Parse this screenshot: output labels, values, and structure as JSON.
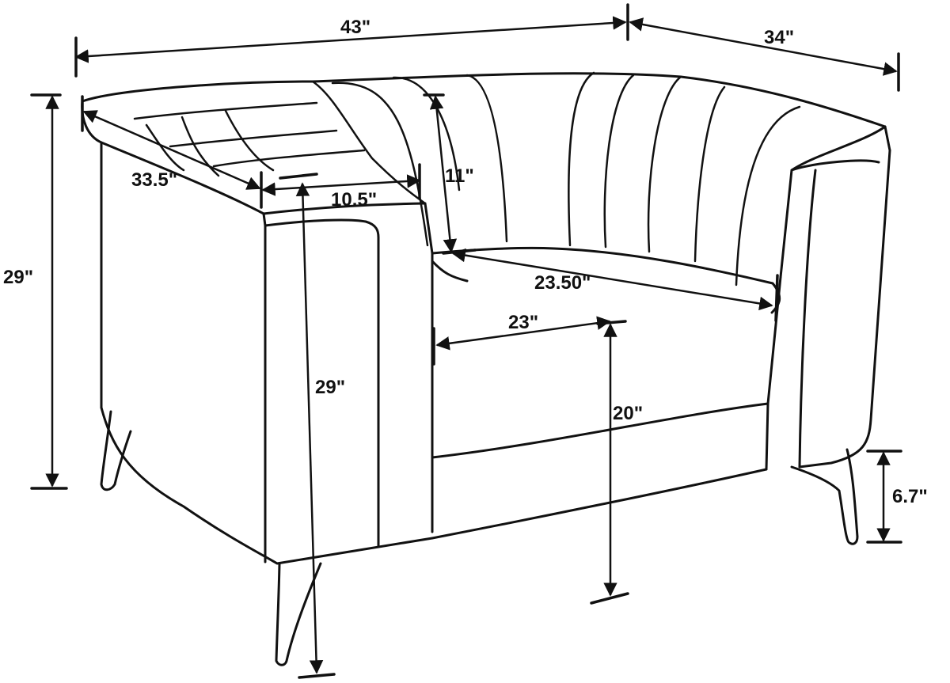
{
  "diagram": {
    "subject": "armchair-dimensions",
    "dimensions": {
      "overall_width": "43\"",
      "overall_depth": "34\"",
      "arm_length": "33.5\"",
      "arm_width": "10.5\"",
      "back_height_above_seat": "11\"",
      "overall_height_left": "29\"",
      "overall_height_center": "29\"",
      "seat_depth": "23.50\"",
      "seat_width": "23\"",
      "seat_height": "20\"",
      "leg_height": "6.7\""
    }
  }
}
